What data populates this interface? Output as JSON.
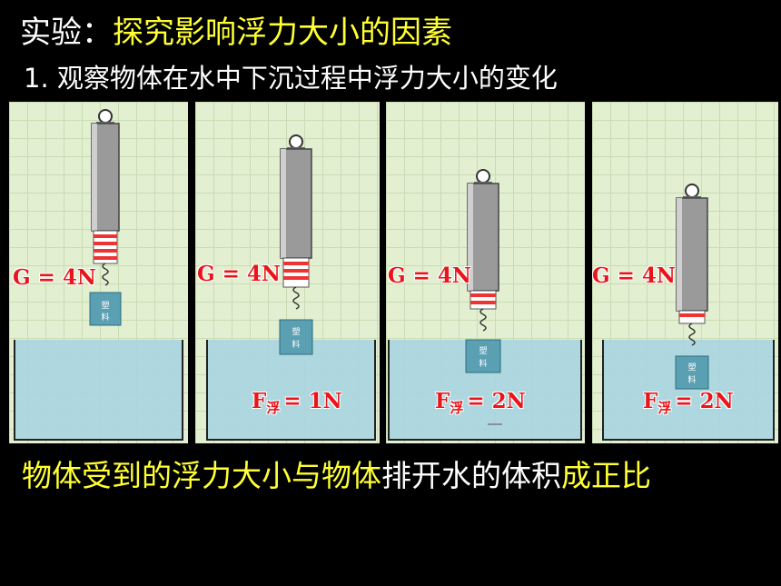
{
  "title": {
    "prefix": "实验：",
    "main": "探究影响浮力大小的因素"
  },
  "subtitle": "1. 观察物体在水中下沉过程中浮力大小的变化",
  "panels": [
    {
      "g_label": "G = 4N",
      "f_main": "",
      "f_sub": "",
      "f_value": "",
      "block_text": "塑料"
    },
    {
      "g_label": "G = 4N",
      "f_main": "F",
      "f_sub": "浮",
      "f_value": "= 1N",
      "block_text": "塑料"
    },
    {
      "g_label": "G = 4N",
      "f_main": "F",
      "f_sub": "浮",
      "f_value": "= 2N",
      "block_text": "塑料"
    },
    {
      "g_label": "G = 4N",
      "f_main": "F",
      "f_sub": "浮",
      "f_value": "= 2N",
      "block_text": "塑料"
    }
  ],
  "conclusion": {
    "part1": "物体受到的浮力大小与物体",
    "part2": "排开水的体积",
    "part3": "成正比"
  },
  "colors": {
    "highlight_text": "#ffff33",
    "label_red": "#e8151b",
    "water": "#a9d4e0",
    "grid_bg": "#e2efd1"
  }
}
